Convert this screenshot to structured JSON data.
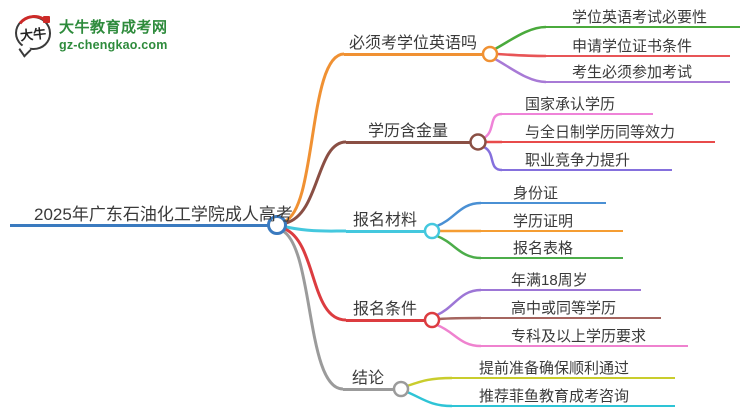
{
  "logo": {
    "title": "大牛教育成考网",
    "url": "gz-chengkao.com",
    "icon_text": "大牛",
    "green": "#2e8b3c",
    "red": "#cc2a28"
  },
  "root": {
    "label": "2025年广东石油化工学院成人高考",
    "color": "#3a7abf"
  },
  "branches": [
    {
      "label": "必须考学位英语吗",
      "color": "#f09133",
      "children": [
        {
          "label": "学位英语考试必要性",
          "color": "#4aaa3c"
        },
        {
          "label": "申请学位证书条件",
          "color": "#e85557"
        },
        {
          "label": "考生必须参加考试",
          "color": "#a87ad6"
        }
      ]
    },
    {
      "label": "学历含金量",
      "color": "#8a4f44",
      "children": [
        {
          "label": "国家承认学历",
          "color": "#ef83d8"
        },
        {
          "label": "与全日制学历同等效力",
          "color": "#e84b4b"
        },
        {
          "label": "职业竞争力提升",
          "color": "#8570dd"
        }
      ]
    },
    {
      "label": "报名材料",
      "color": "#44c8de",
      "children": [
        {
          "label": "身份证",
          "color": "#4a90d4"
        },
        {
          "label": "学历证明",
          "color": "#f59d33"
        },
        {
          "label": "报名表格",
          "color": "#4cad4a"
        }
      ]
    },
    {
      "label": "报名条件",
      "color": "#dc3c40",
      "children": [
        {
          "label": "年满18周岁",
          "color": "#9d76d6"
        },
        {
          "label": "高中或同等学历",
          "color": "#a5655f"
        },
        {
          "label": "专科及以上学历要求",
          "color": "#ef82cf"
        }
      ]
    },
    {
      "label": "结论",
      "color": "#9b9b9b",
      "children": [
        {
          "label": "提前准备确保顺利通过",
          "color": "#c9cd2d"
        },
        {
          "label": "推荐菲鱼教育成考咨询",
          "color": "#2ec4d6"
        }
      ]
    }
  ]
}
